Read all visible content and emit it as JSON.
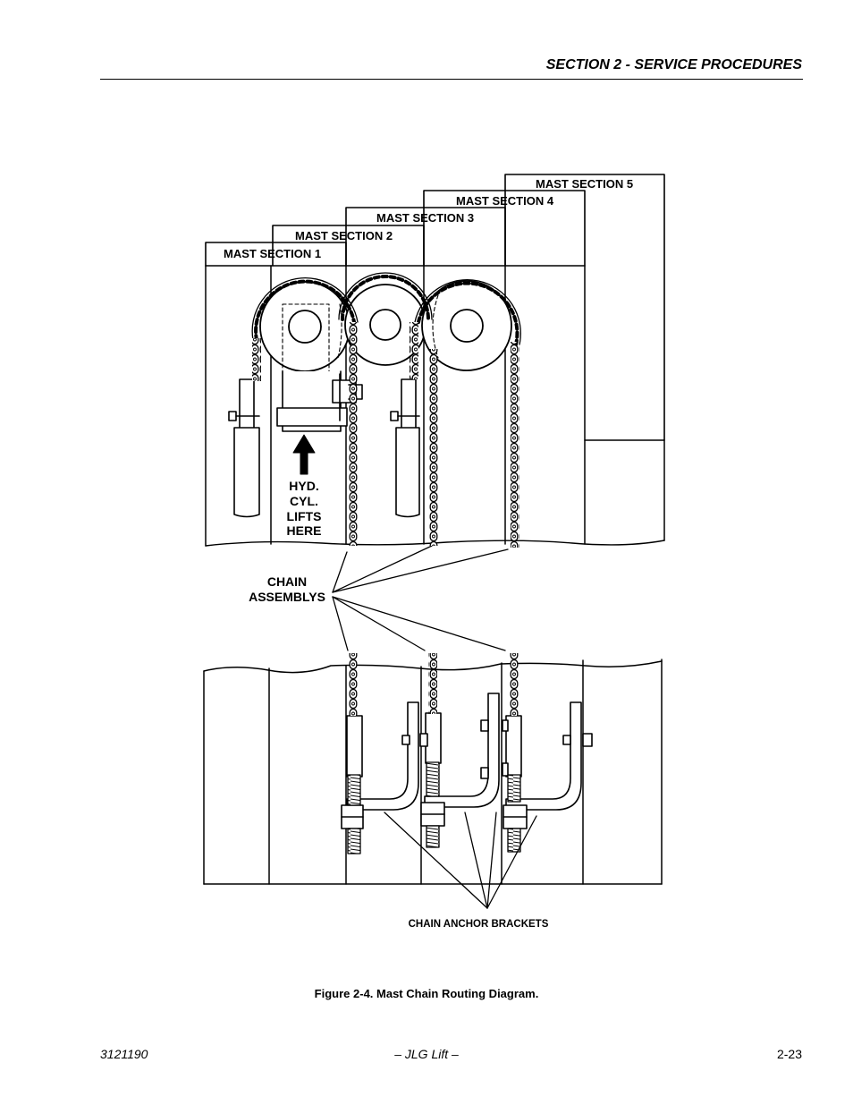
{
  "header": {
    "section_title": "SECTION 2 - SERVICE PROCEDURES"
  },
  "figure": {
    "labels": {
      "mast_section_1": "MAST SECTION 1",
      "mast_section_2": "MAST SECTION 2",
      "mast_section_3": "MAST SECTION 3",
      "mast_section_4": "MAST SECTION 4",
      "mast_section_5": "MAST SECTION 5",
      "hyd_line_1": "HYD.",
      "hyd_line_2": "CYL.",
      "hyd_line_3": "LIFTS",
      "hyd_line_4": "HERE",
      "chain_line_1": "CHAIN",
      "chain_line_2": "ASSEMBLYS",
      "anchor_brackets": "CHAIN ANCHOR BRACKETS"
    },
    "caption": "Figure 2-4.  Mast Chain Routing Diagram."
  },
  "footer": {
    "doc_number": "3121190",
    "publisher": "– JLG Lift –",
    "page_number": "2-23"
  }
}
